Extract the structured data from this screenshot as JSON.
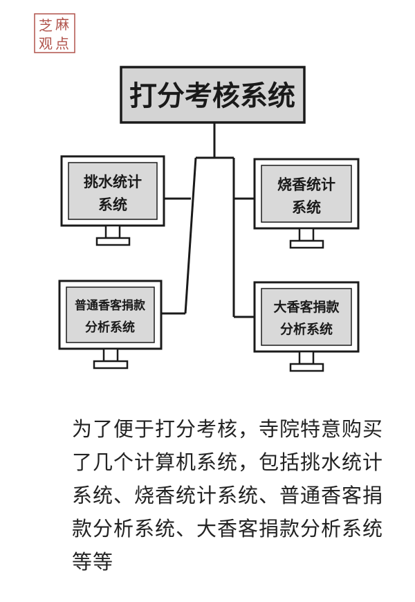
{
  "seal": {
    "chars": [
      "芝",
      "麻",
      "观",
      "点"
    ]
  },
  "diagram": {
    "title": "打分考核系统",
    "monitors": {
      "top_left": {
        "line1": "挑水统计",
        "line2": "系统"
      },
      "top_right": {
        "line1": "烧香统计",
        "line2": "系统"
      },
      "bottom_left": {
        "line1": "普通香客捐款",
        "line2": "分析系统"
      },
      "bottom_right": {
        "line1": "大香客捐款",
        "line2": "分析系统"
      }
    }
  },
  "caption": {
    "text": "为了便于打分考核，寺院特意购买了几个计算机系统，包括挑水统计系统、烧香统计系统、普通香客捐款分析系统、大香客捐款分析系统等等"
  },
  "colors": {
    "screen_fill": "#d9d9d9",
    "title_fill": "#d4d4d4",
    "ink": "#1a1a1a",
    "seal_red": "#b0524a"
  }
}
